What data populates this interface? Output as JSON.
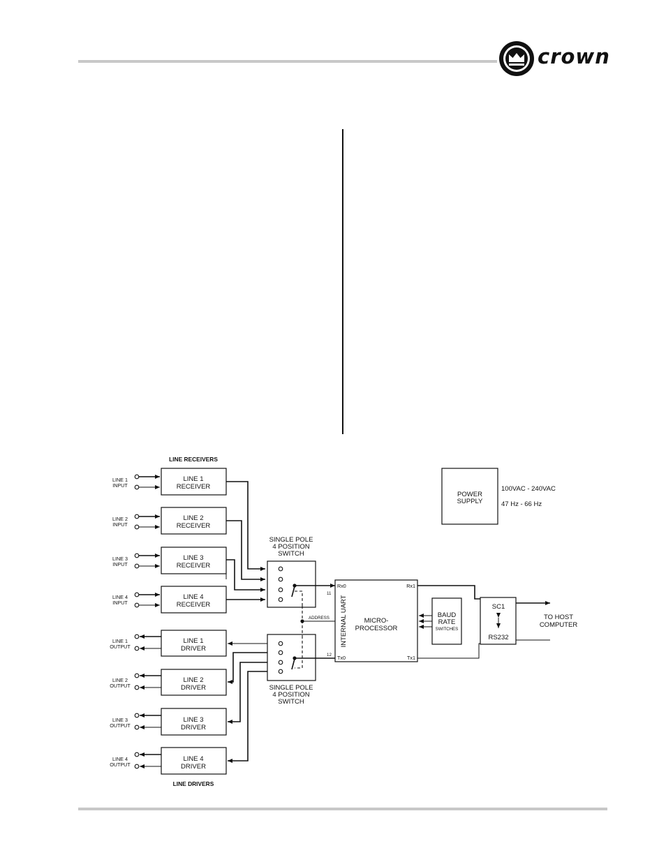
{
  "header": {
    "logo_text": "crown"
  },
  "diagram": {
    "line_receivers_heading": "LINE RECEIVERS",
    "line_drivers_heading": "LINE DRIVERS",
    "inputs": [
      {
        "l1": "LINE 1",
        "l2": "INPUT",
        "box1": "LINE 1",
        "box2": "RECEIVER"
      },
      {
        "l1": "LINE 2",
        "l2": "INPUT",
        "box1": "LINE 2",
        "box2": "RECEIVER"
      },
      {
        "l1": "LINE 3",
        "l2": "INPUT",
        "box1": "LINE 3",
        "box2": "RECEIVER"
      },
      {
        "l1": "LINE 4",
        "l2": "INPUT",
        "box1": "LINE 4",
        "box2": "RECEIVER"
      }
    ],
    "outputs": [
      {
        "l1": "LINE 1",
        "l2": "OUTPUT",
        "box1": "LINE 1",
        "box2": "DRIVER"
      },
      {
        "l1": "LINE 2",
        "l2": "OUTPUT",
        "box1": "LINE 2",
        "box2": "DRIVER"
      },
      {
        "l1": "LINE 3",
        "l2": "OUTPUT",
        "box1": "LINE 3",
        "box2": "DRIVER"
      },
      {
        "l1": "LINE 4",
        "l2": "OUTPUT",
        "box1": "LINE 4",
        "box2": "DRIVER"
      }
    ],
    "switch_top": {
      "l1": "SINGLE POLE",
      "l2": "4 POSITION",
      "l3": "SWITCH"
    },
    "switch_bottom": {
      "l1": "SINGLE POLE",
      "l2": "4 POSITION",
      "l3": "SWITCH"
    },
    "pin_11": "11",
    "pin_12": "12",
    "address": "ADDRESS",
    "uart": "INTERNAL UART",
    "micro": {
      "l1": "MICRO-",
      "l2": "PROCESSOR",
      "rx0": "Rx0",
      "tx0": "Tx0",
      "rx1": "Rx1",
      "tx1": "Tx1"
    },
    "baud": {
      "l1": "BAUD",
      "l2": "RATE",
      "l3": "SWITCHES"
    },
    "sc1": {
      "l1": "SC1",
      "l2": "RS232"
    },
    "host": {
      "l1": "TO HOST",
      "l2": "COMPUTER"
    },
    "power": {
      "l1": "POWER",
      "l2": "SUPPLY",
      "voltage": "100VAC - 240VAC",
      "freq": "47 Hz - 66 Hz"
    }
  }
}
